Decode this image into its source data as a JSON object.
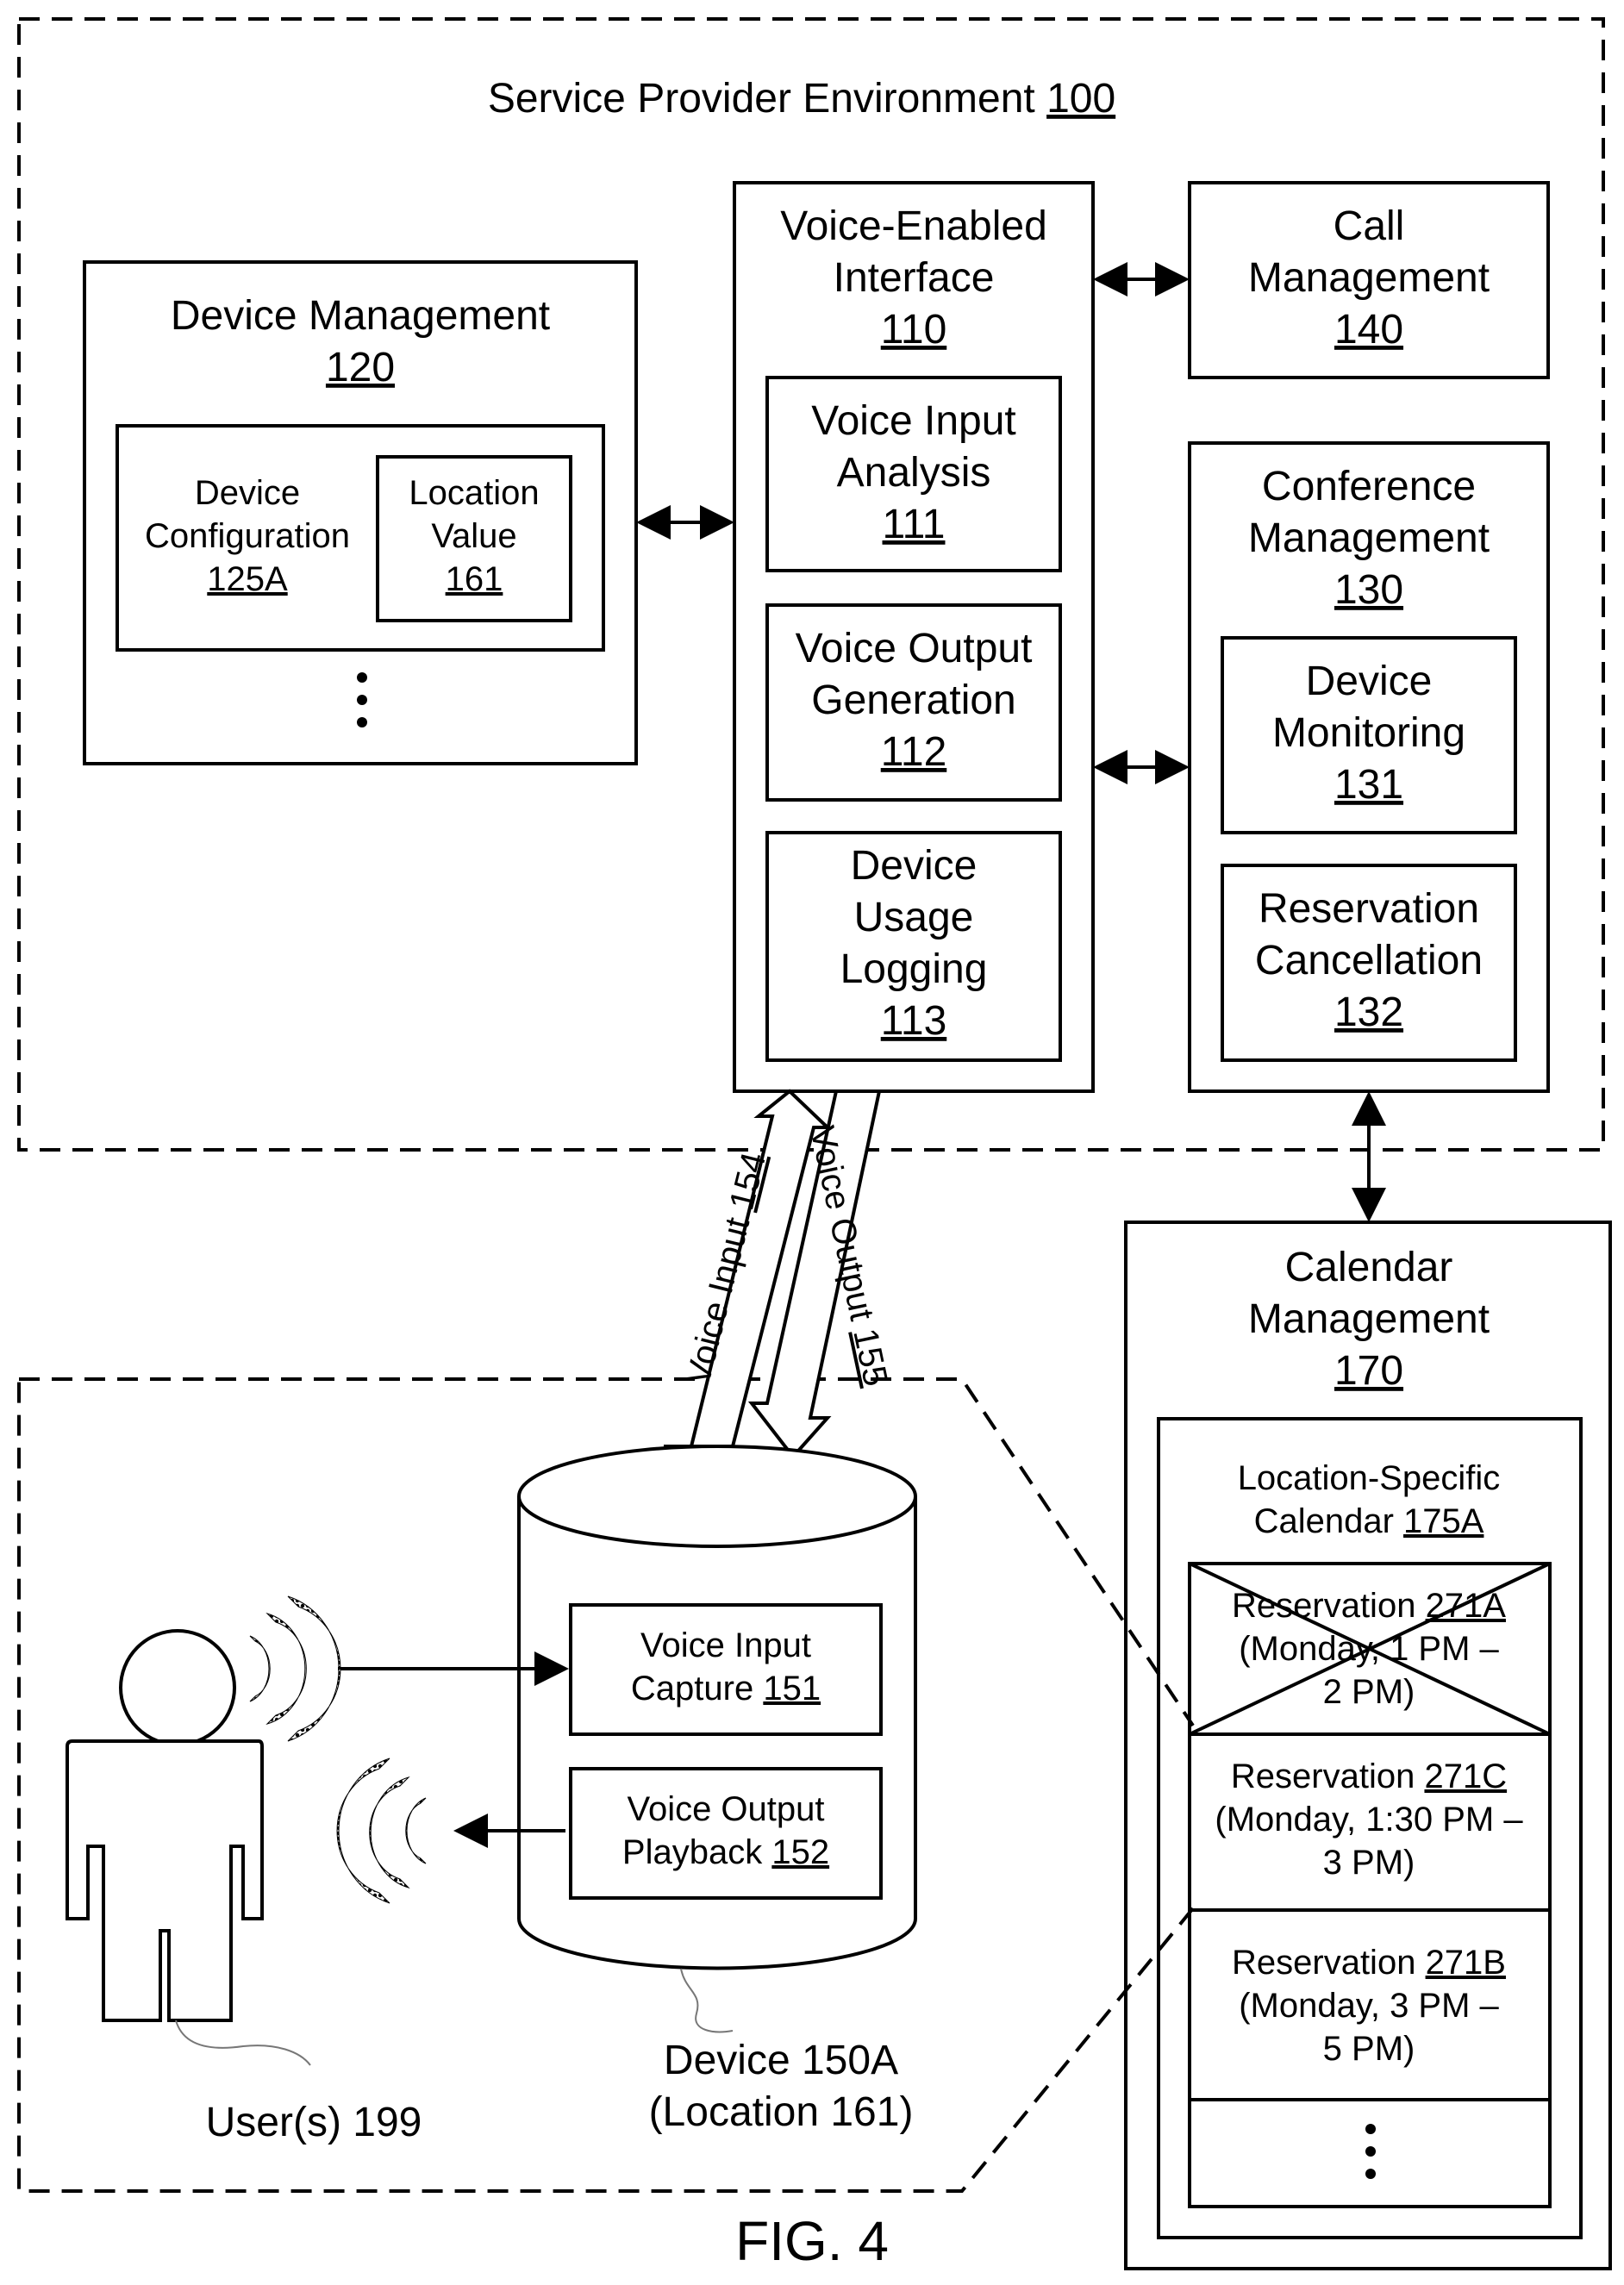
{
  "diagram": {
    "environment": {
      "label": "Service Provider Environment",
      "ref": "100"
    },
    "device_management": {
      "label": "Device Management",
      "ref": "120",
      "device_configuration": {
        "line1": "Device",
        "line2": "Configuration",
        "ref": "125A"
      },
      "location_value": {
        "line1": "Location",
        "line2": "Value",
        "ref": "161"
      }
    },
    "voice_enabled_interface": {
      "line1": "Voice-Enabled",
      "line2": "Interface",
      "ref": "110",
      "voice_input_analysis": {
        "line1": "Voice Input",
        "line2": "Analysis",
        "ref": "111"
      },
      "voice_output_generation": {
        "line1": "Voice Output",
        "line2": "Generation",
        "ref": "112"
      },
      "device_usage_logging": {
        "line1": "Device",
        "line2": "Usage",
        "line3": "Logging",
        "ref": "113"
      }
    },
    "call_management": {
      "line1": "Call",
      "line2": "Management",
      "ref": "140"
    },
    "conference_management": {
      "line1": "Conference",
      "line2": "Management",
      "ref": "130",
      "device_monitoring": {
        "line1": "Device",
        "line2": "Monitoring",
        "ref": "131"
      },
      "reservation_cancellation": {
        "line1": "Reservation",
        "line2": "Cancellation",
        "ref": "132"
      }
    },
    "calendar_management": {
      "line1": "Calendar",
      "line2": "Management",
      "ref": "170",
      "location_specific_calendar": {
        "line1": "Location-Specific",
        "line2": "Calendar",
        "ref": "175A",
        "reservations": [
          {
            "label": "Reservation",
            "ref": "271A",
            "line2": "(Monday, 1 PM –",
            "line3": "2 PM)"
          },
          {
            "label": "Reservation",
            "ref": "271C",
            "line2": "(Monday, 1:30 PM –",
            "line3": "3 PM)"
          },
          {
            "label": "Reservation",
            "ref": "271B",
            "line2": "(Monday, 3 PM –",
            "line3": "5 PM)"
          }
        ]
      }
    },
    "voice_input_arrow": {
      "label": "Voice Input",
      "ref": "154"
    },
    "voice_output_arrow": {
      "label": "Voice Output",
      "ref": "155"
    },
    "device": {
      "voice_input_capture": {
        "line1": "Voice Input",
        "line2": "Capture",
        "ref": "151"
      },
      "voice_output_playback": {
        "line1": "Voice Output",
        "line2": "Playback",
        "ref": "152"
      },
      "caption_line1": "Device 150A",
      "caption_line2": "(Location 161)"
    },
    "user": {
      "caption": "User(s) 199"
    },
    "figure_label": "FIG. 4"
  }
}
